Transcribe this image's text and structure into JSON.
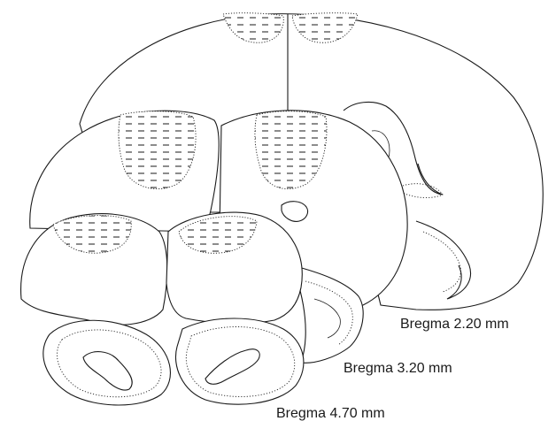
{
  "labels": {
    "bregma_220": "Bregma 2.20 mm",
    "bregma_320": "Bregma 3.20 mm",
    "bregma_470": "Bregma 4.70 mm"
  },
  "colors": {
    "line": "#1a1a1a",
    "background": "#ffffff"
  }
}
